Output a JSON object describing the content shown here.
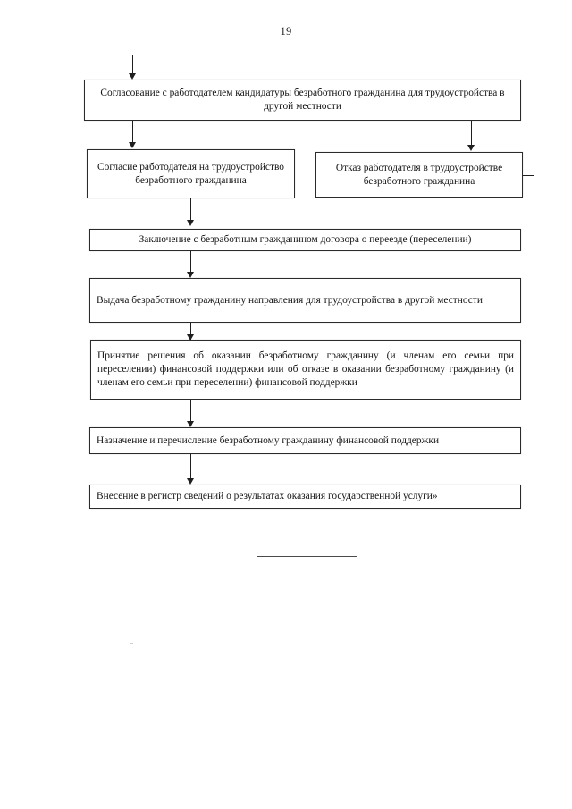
{
  "document": {
    "page_number": "19",
    "language": "ru"
  },
  "flowchart": {
    "type": "flowchart",
    "nodes": [
      {
        "id": "soglasovanie",
        "text": "Согласование с работодателем кандидатуры безработного гражданина для трудоустройства в другой местности",
        "align": "center"
      },
      {
        "id": "soglasie",
        "text": "Согласие работодателя на трудоустройство безработного гражданина",
        "align": "center"
      },
      {
        "id": "otkaz",
        "text": "Отказ работодателя в трудоустройстве безработного гражданина",
        "align": "center"
      },
      {
        "id": "zaklyuchenie",
        "text": "Заключение с безработным гражданином договора о переезде (переселении)",
        "align": "center"
      },
      {
        "id": "vydacha",
        "text": "Выдача безработному гражданину направления для трудоустройства в другой местности",
        "align": "justify"
      },
      {
        "id": "prinyatie",
        "text": "Принятие решения об оказании безработному гражданину (и членам его семьи при переселении) финансовой поддержки или об отказе в оказании безработному гражданину (и членам его семьи при переселении) финансовой поддержки",
        "align": "justify"
      },
      {
        "id": "naznachenie",
        "text": "Назначение и перечисление безработному гражданину финансовой поддержки",
        "align": "left"
      },
      {
        "id": "vnesenie",
        "text": "Внесение в регистр сведений о результатах оказания государственной услуги»",
        "align": "left"
      }
    ]
  }
}
